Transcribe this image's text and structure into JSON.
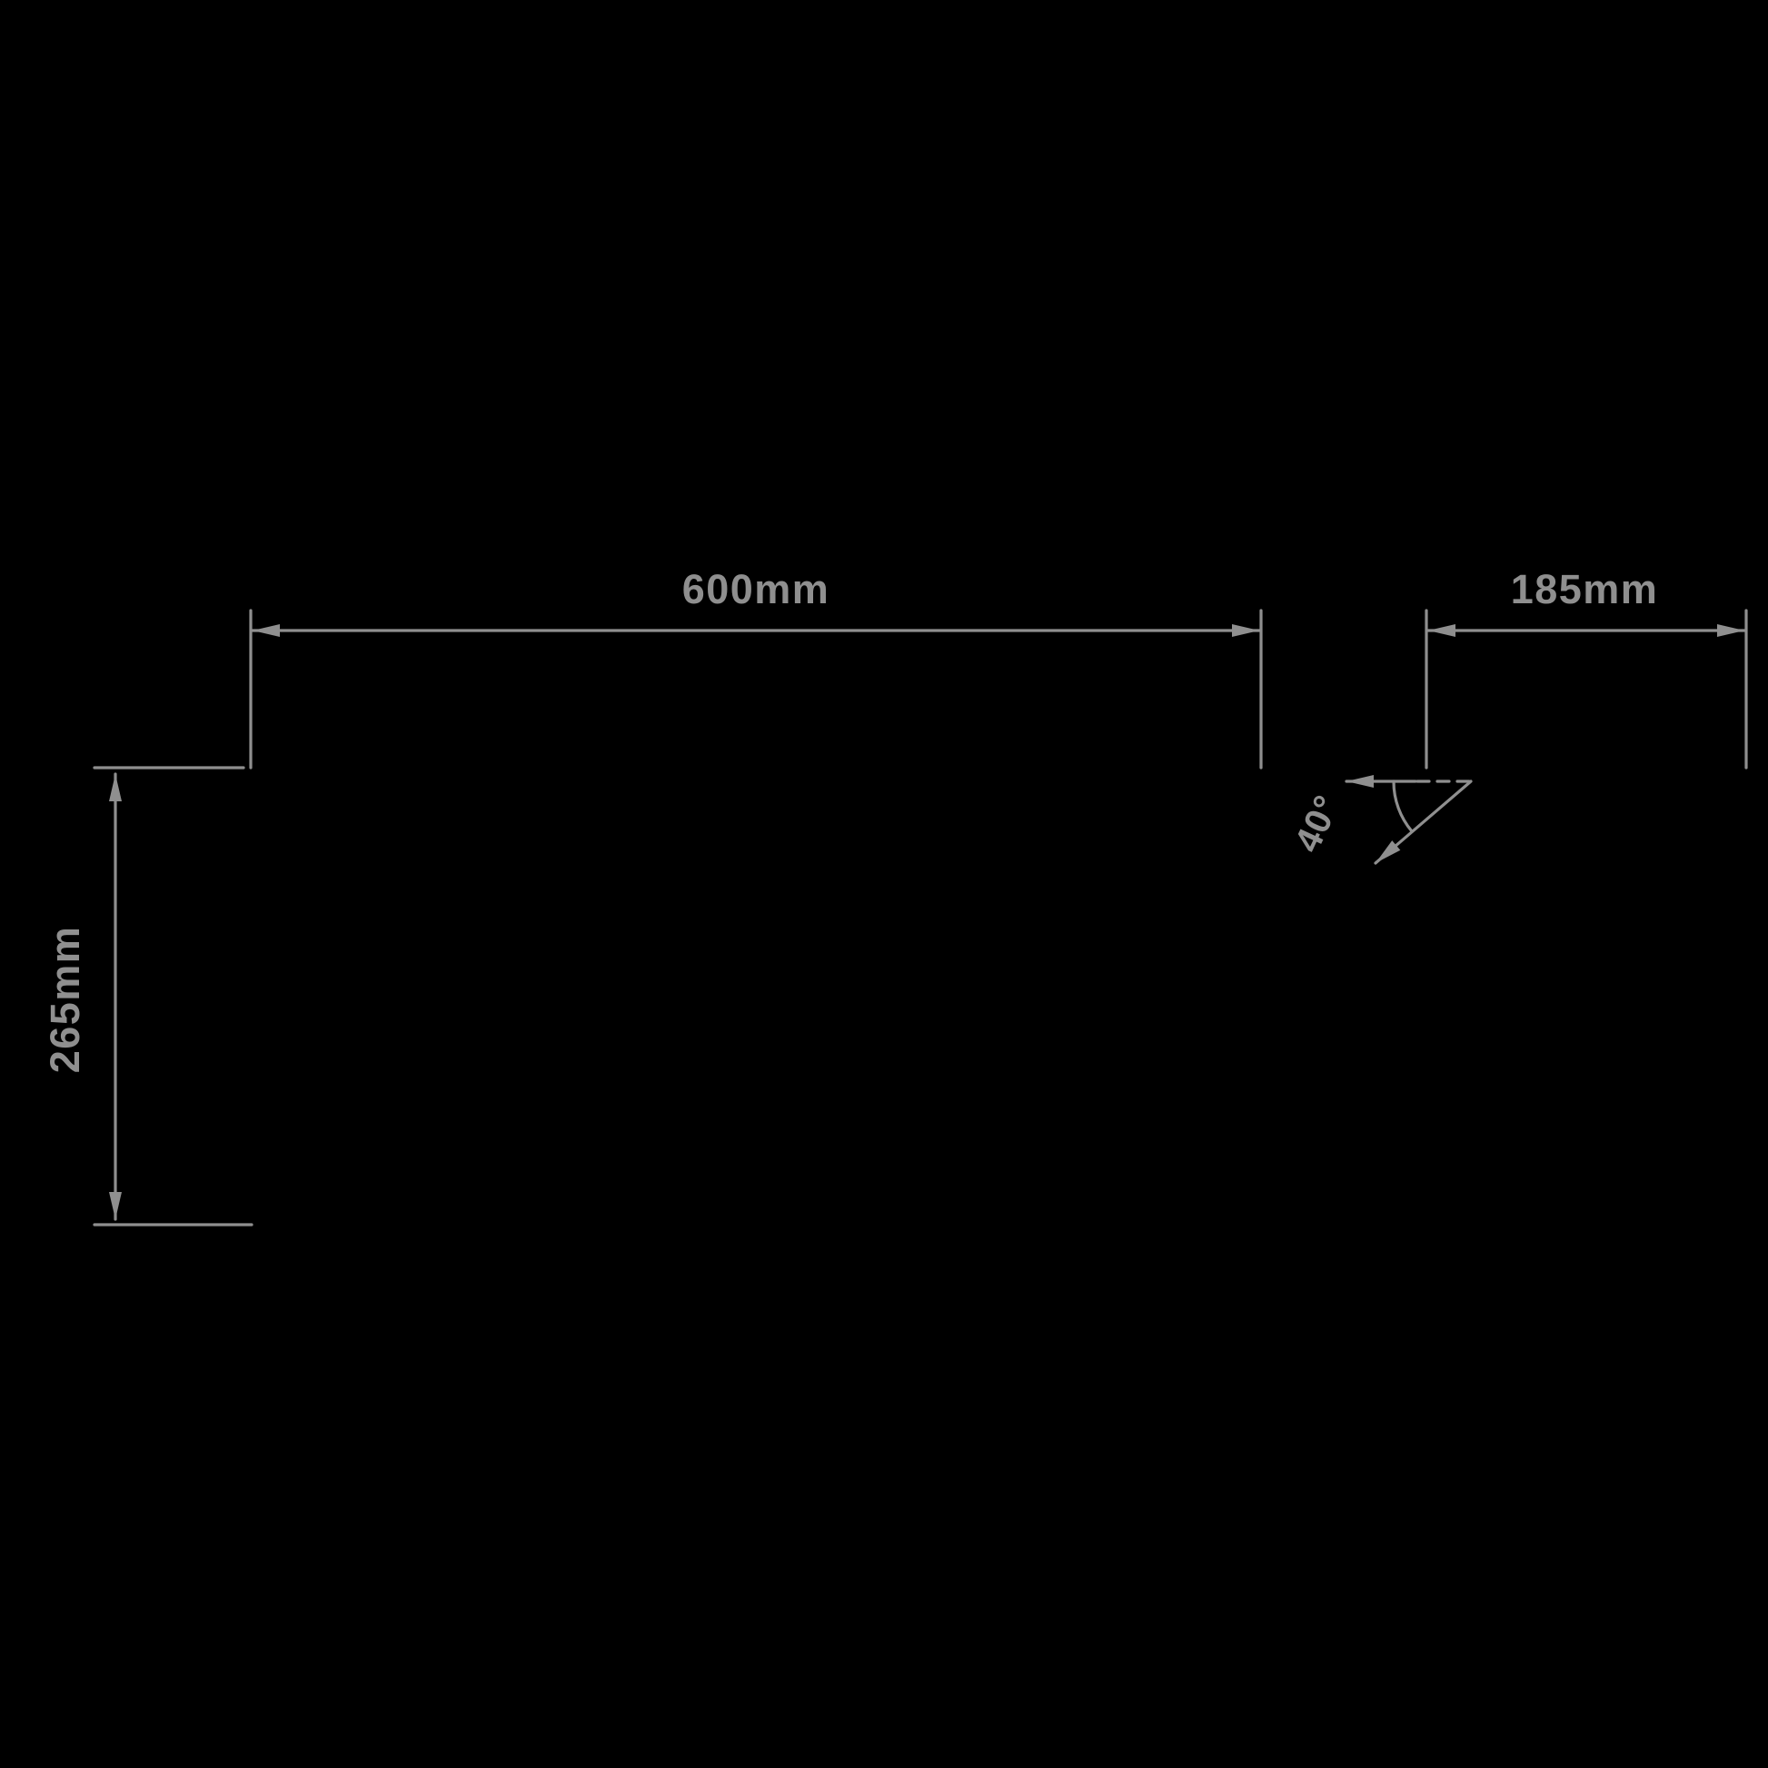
{
  "page": {
    "background_color": "#000000"
  },
  "diagram": {
    "line_color": "#8f8f8f",
    "text_color": "#8f8f8f",
    "labels": {
      "width": "600mm",
      "projection": "185mm",
      "height": "265mm",
      "angle": "40°"
    }
  }
}
